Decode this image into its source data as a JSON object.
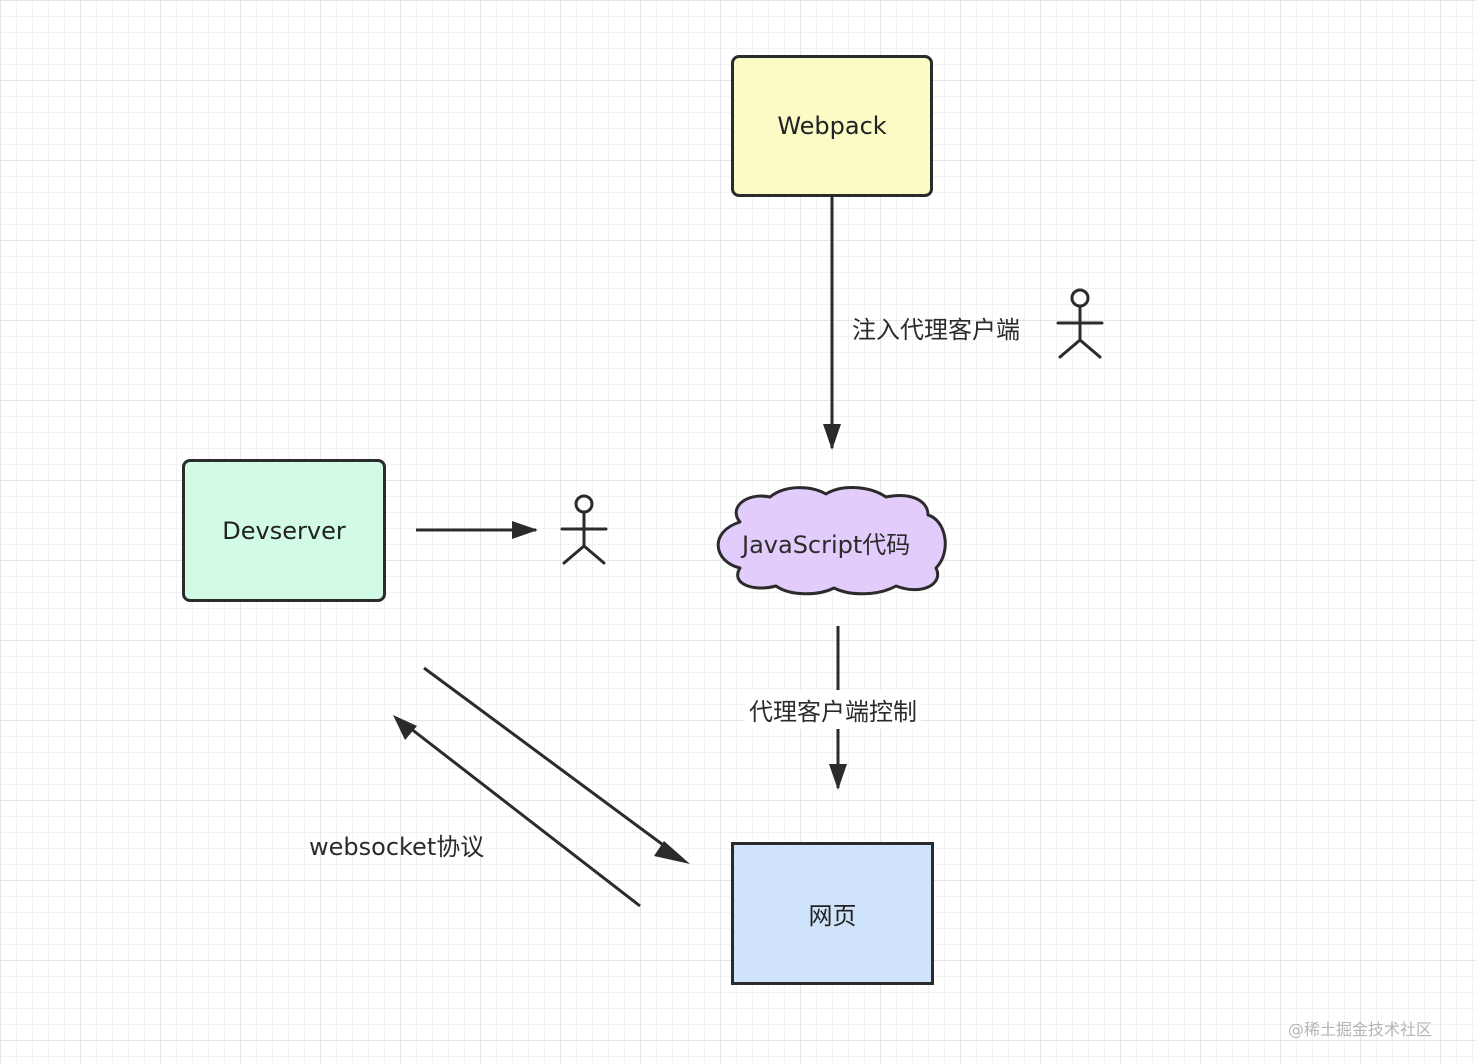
{
  "nodes": {
    "webpack": {
      "label": "Webpack",
      "color": "#fbfbc6"
    },
    "devserver": {
      "label": "Devserver",
      "color": "#d2fbe6"
    },
    "javascript": {
      "label": "JavaScript代码",
      "color": "#e2ccfb"
    },
    "webpage": {
      "label": "网页",
      "color": "#cfe3fb"
    }
  },
  "edges": {
    "inject": {
      "label": "注入代理客户端"
    },
    "control": {
      "label": "代理客户端控制"
    },
    "websocket": {
      "label": "websocket协议"
    }
  },
  "watermark": "@稀土掘金技术社区"
}
